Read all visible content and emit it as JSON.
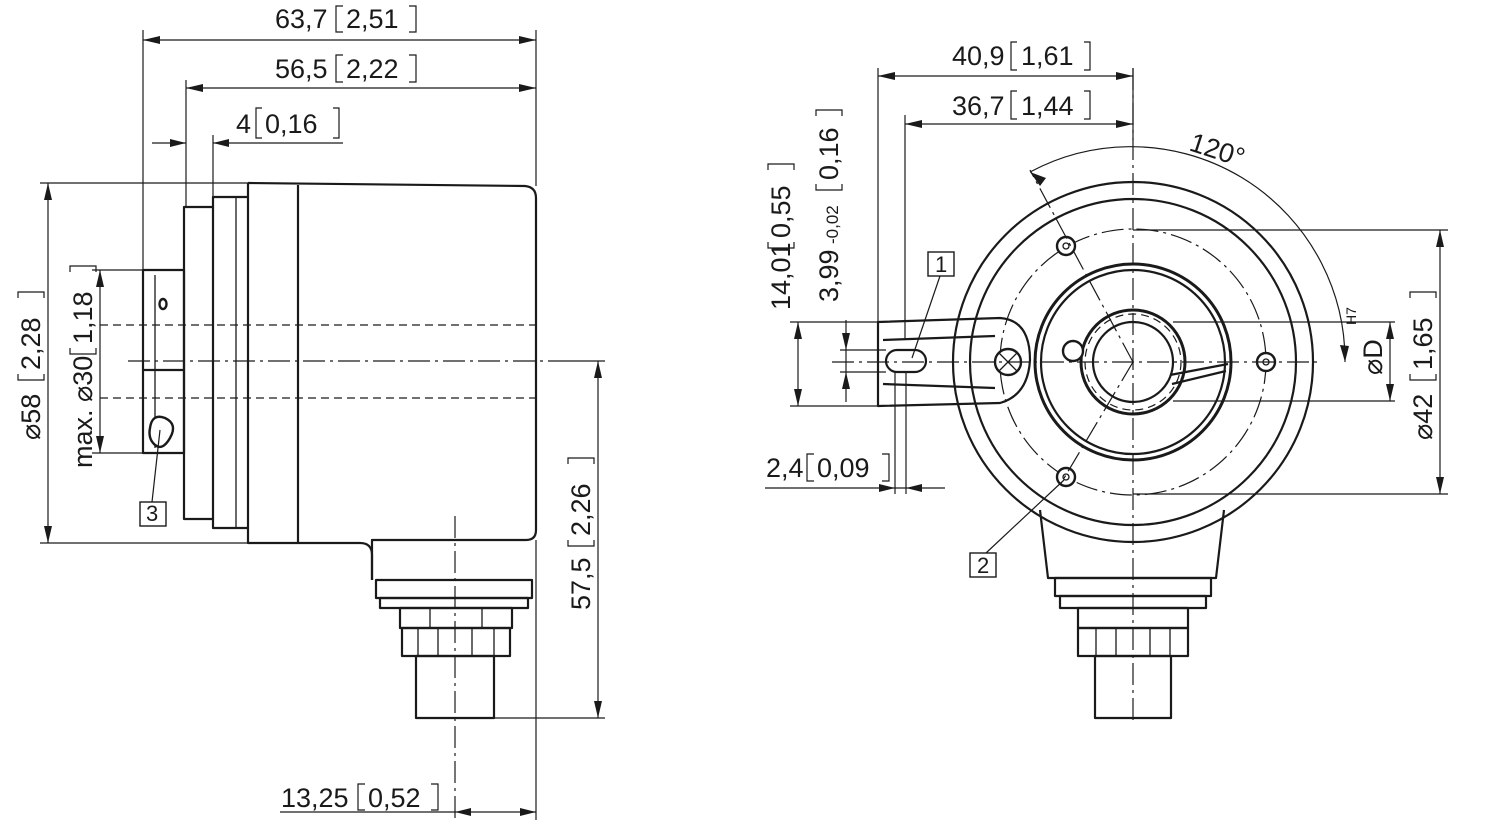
{
  "side_view": {
    "overall_length": {
      "value": "63,7",
      "inch": "2,51"
    },
    "body_length": {
      "value": "56,5",
      "inch": "2,22"
    },
    "flange_thickness": {
      "value": "4",
      "inch": "0,16"
    },
    "body_diameter": {
      "value": "⌀58",
      "inch": "2,28"
    },
    "max_shaft_diameter": {
      "value": "max. ⌀30",
      "inch": "1,18"
    },
    "connector_height": {
      "value": "57,5",
      "inch": "2,26"
    },
    "connector_offset": {
      "value": "13,25",
      "inch": "0,52"
    },
    "callout": "3"
  },
  "front_view": {
    "bolt_circle_width": {
      "value": "40,9",
      "inch": "1,61"
    },
    "inner_width": {
      "value": "36,7",
      "inch": "1,44"
    },
    "angle": "120°",
    "arm_height": {
      "value": "14,01",
      "inch": "0,55"
    },
    "slot_width": {
      "value": "3,99",
      "tolerance": "-0,02",
      "inch": "0,16"
    },
    "slot_offset": {
      "value": "2,4",
      "inch": "0,09"
    },
    "bore_diameter": {
      "value": "⌀D",
      "tolerance": "H7"
    },
    "pitch_diameter": {
      "value": "⌀42",
      "inch": "1,65"
    },
    "callout_1": "1",
    "callout_2": "2"
  },
  "colors": {
    "line": "#1a1a1a",
    "background": "#ffffff"
  }
}
